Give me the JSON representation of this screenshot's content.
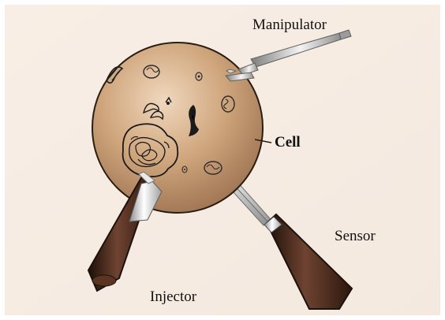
{
  "labels": {
    "manipulator": "Manipulator",
    "cell": "Cell",
    "sensor": "Sensor",
    "injector": "Injector"
  },
  "colors": {
    "background": "#f6ece3",
    "cell_fill": "#c99f78",
    "cell_outline": "#2a1d12",
    "tool_dark": "#4b2a1a",
    "tool_metal": "#c8c8c8"
  }
}
